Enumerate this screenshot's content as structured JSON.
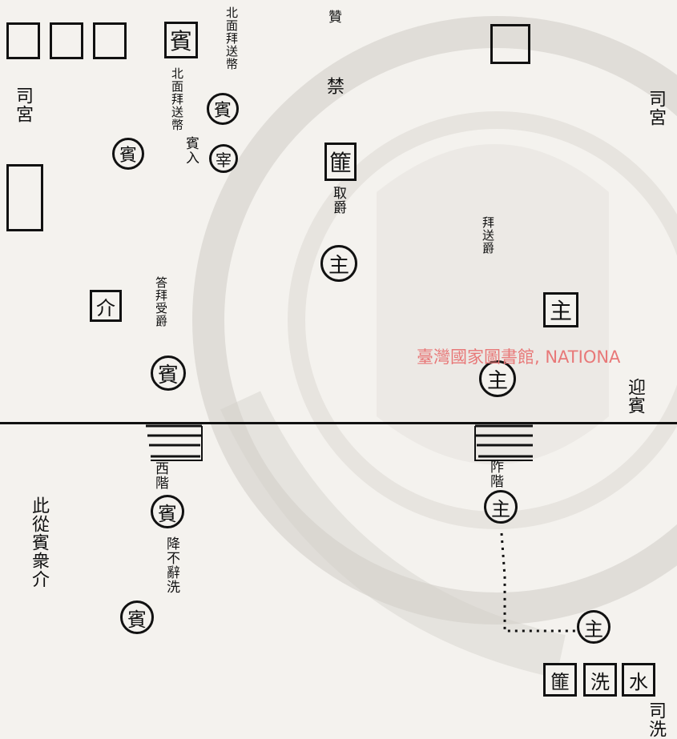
{
  "top_left": {
    "label": "司宮"
  },
  "top_center_group": {
    "note": "禁",
    "note2": "贊"
  },
  "top_right": {
    "label": "司宮"
  },
  "upper_left_texts": {
    "bin_box": "賓",
    "bin_note": "北面拜送幣",
    "circle_left_top": "賓",
    "circle_small": "宰",
    "bin_text_row": "賓入"
  },
  "center_top": {
    "box": "篚",
    "note": "取爵",
    "circle": "主"
  },
  "middle_left": {
    "box": "介",
    "note": "答拜受爵",
    "circle": "賓"
  },
  "right_middle": {
    "box": "主",
    "note": "拜送爵",
    "circle": "主",
    "side_label": "迎賓"
  },
  "lower_left": {
    "caption": "此從賓衆介",
    "stair_label": "西階",
    "circle_top": "賓",
    "note": "降不辭洗",
    "circle_bottom": "賓"
  },
  "lower_right": {
    "stair_label": "阼階",
    "circle_top": "主",
    "circle_bottom": "主",
    "box1": "篚",
    "box2": "洗",
    "box3": "水",
    "side_label": "司洗"
  },
  "watermark": {
    "text": "臺灣國家圖書館, NATIONA"
  },
  "colors": {
    "ink": "#111111",
    "paper": "#f4f2ee",
    "seal": "#c9c6c0",
    "watermark": "#e87878"
  }
}
